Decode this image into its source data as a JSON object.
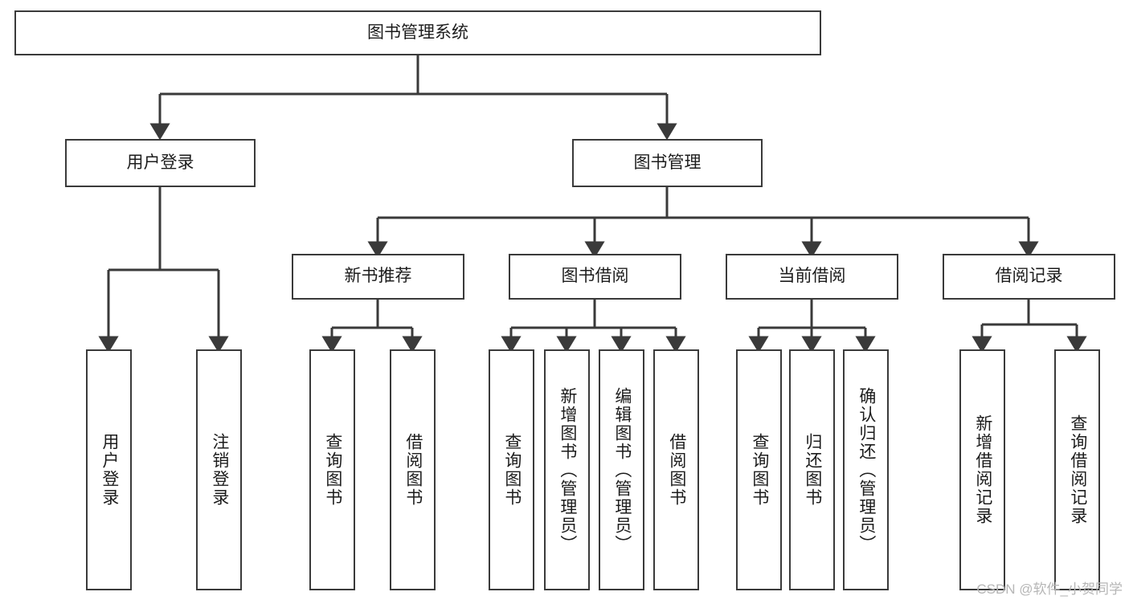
{
  "diagram": {
    "title": "图书管理系统",
    "type": "tree-hierarchy-diagram",
    "watermark": "CSDN @软件_小贺同学",
    "colors": {
      "box_border": "#3a3a3a",
      "box_fill": "#ffffff",
      "edge": "#3a3a3a",
      "text": "#1c1c1c",
      "watermark": "#b6b6b6",
      "background": "#ffffff"
    },
    "root": {
      "id": "root",
      "label": "图书管理系统"
    },
    "level2": [
      {
        "id": "user-login",
        "label": "用户登录"
      },
      {
        "id": "book-manage",
        "label": "图书管理"
      }
    ],
    "level3": [
      {
        "id": "new-book-recommend",
        "label": "新书推荐",
        "parent": "book-manage"
      },
      {
        "id": "book-borrow",
        "label": "图书借阅",
        "parent": "book-manage"
      },
      {
        "id": "current-borrow",
        "label": "当前借阅",
        "parent": "book-manage"
      },
      {
        "id": "borrow-record",
        "label": "借阅记录",
        "parent": "book-manage"
      }
    ],
    "leaves": [
      {
        "id": "leaf-user-login",
        "label": "用户登录",
        "parent": "user-login"
      },
      {
        "id": "leaf-logout-login",
        "label": "注销登录",
        "parent": "user-login"
      },
      {
        "id": "leaf-query-book-rec",
        "label": "查询图书",
        "parent": "new-book-recommend"
      },
      {
        "id": "leaf-borrow-book-rec",
        "label": "借阅图书",
        "parent": "new-book-recommend"
      },
      {
        "id": "leaf-query-book-borrow",
        "label": "查询图书",
        "parent": "book-borrow"
      },
      {
        "id": "leaf-add-book-admin",
        "label": "新增图书（管理员）",
        "parent": "book-borrow"
      },
      {
        "id": "leaf-edit-book-admin",
        "label": "编辑图书（管理员）",
        "parent": "book-borrow"
      },
      {
        "id": "leaf-borrow-book",
        "label": "借阅图书",
        "parent": "book-borrow"
      },
      {
        "id": "leaf-query-book-current",
        "label": "查询图书",
        "parent": "current-borrow"
      },
      {
        "id": "leaf-return-book",
        "label": "归还图书",
        "parent": "current-borrow"
      },
      {
        "id": "leaf-confirm-return-admin",
        "label": "确认归还（管理员）",
        "parent": "current-borrow"
      },
      {
        "id": "leaf-add-borrow-record",
        "label": "新增借阅记录",
        "parent": "borrow-record"
      },
      {
        "id": "leaf-query-borrow-record",
        "label": "查询借阅记录",
        "parent": "borrow-record"
      }
    ]
  }
}
